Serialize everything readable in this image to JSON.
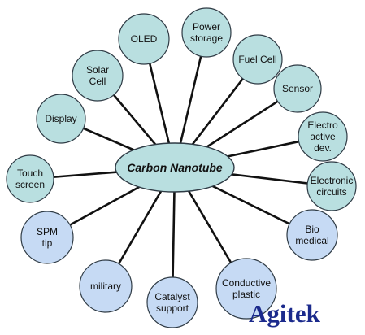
{
  "diagram": {
    "center": {
      "lines": [
        "Carbon Nanotube"
      ]
    },
    "colors": {
      "teal_fill": "#b9dfe0",
      "blue_fill": "#c6daf4",
      "stroke": "#2f3b45",
      "connector": "#111111",
      "logo": "#1b2a8c"
    },
    "nodes": [
      {
        "id": "oled",
        "lines": [
          "OLED"
        ],
        "fill": "teal"
      },
      {
        "id": "power-storage",
        "lines": [
          "Power",
          "storage"
        ],
        "fill": "teal"
      },
      {
        "id": "fuel-cell",
        "lines": [
          "Fuel Cell"
        ],
        "fill": "teal"
      },
      {
        "id": "sensor",
        "lines": [
          "Sensor"
        ],
        "fill": "teal"
      },
      {
        "id": "electroactive",
        "lines": [
          "Electro",
          "active",
          "dev."
        ],
        "fill": "teal"
      },
      {
        "id": "electronic",
        "lines": [
          "Electronic",
          "circuits"
        ],
        "fill": "teal"
      },
      {
        "id": "bio-medical",
        "lines": [
          "Bio",
          "medical"
        ],
        "fill": "blue"
      },
      {
        "id": "conductive",
        "lines": [
          "Conductive",
          "plastic"
        ],
        "fill": "blue"
      },
      {
        "id": "catalyst",
        "lines": [
          "Catalyst",
          "support"
        ],
        "fill": "blue"
      },
      {
        "id": "military",
        "lines": [
          "military"
        ],
        "fill": "blue"
      },
      {
        "id": "spm-tip",
        "lines": [
          "SPM",
          "tip"
        ],
        "fill": "blue"
      },
      {
        "id": "touch-screen",
        "lines": [
          "Touch",
          "screen"
        ],
        "fill": "teal"
      },
      {
        "id": "display",
        "lines": [
          "Display"
        ],
        "fill": "teal"
      },
      {
        "id": "solar-cell",
        "lines": [
          "Solar",
          "Cell"
        ],
        "fill": "teal"
      }
    ]
  },
  "logo": {
    "text": "Agitek"
  }
}
